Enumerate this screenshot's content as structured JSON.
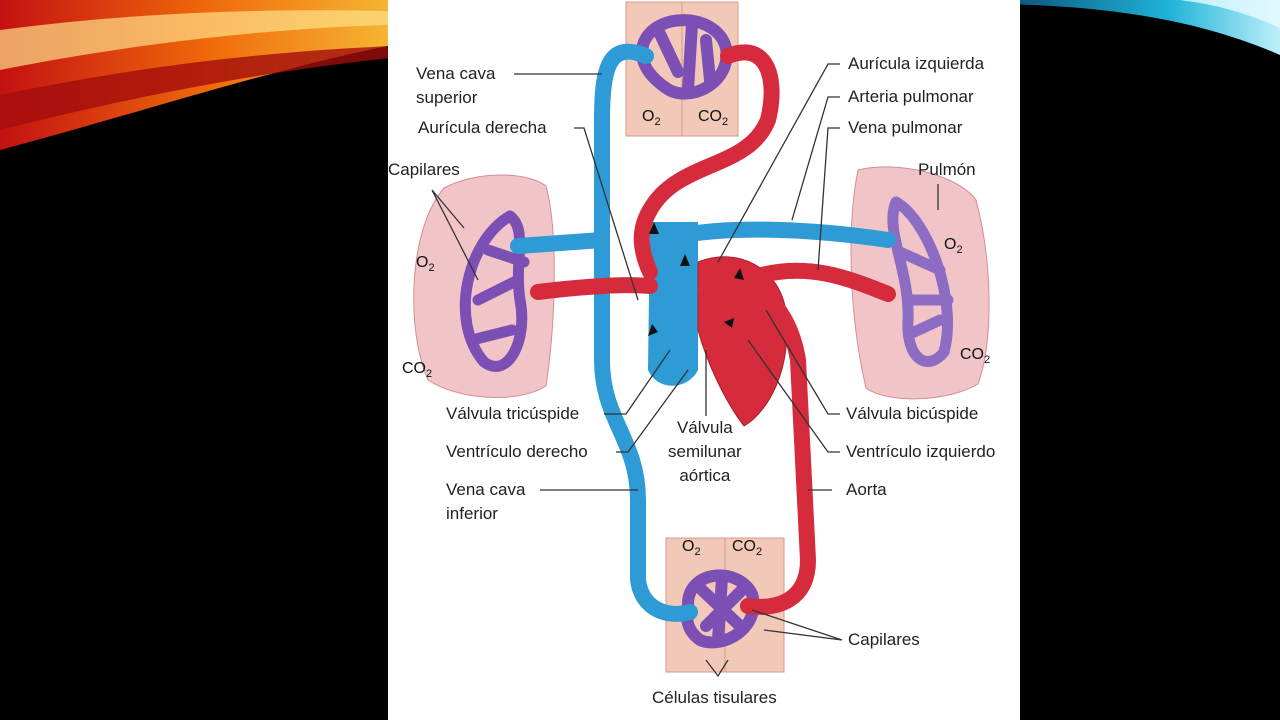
{
  "labels": {
    "vena_cava_superior": "Vena cava\nsuperior",
    "auricula_derecha": "Aurícula derecha",
    "capilares_left": "Capilares",
    "auricula_izquierda": "Aurícula izquierda",
    "arteria_pulmonar": "Arteria pulmonar",
    "vena_pulmonar": "Vena pulmonar",
    "pulmon": "Pulmón",
    "valvula_tricuspide": "Válvula tricúspide",
    "ventriculo_derecho": "Ventrículo derecho",
    "valvula_semilunar": "Válvula\nsemilunar\naórtica",
    "valvula_bicuspide": "Válvula bicúspide",
    "ventriculo_izquierdo": "Ventrículo izquierdo",
    "aorta": "Aorta",
    "vena_cava_inferior": "Vena cava\ninferior",
    "capilares_bottom": "Capilares",
    "celulas_tisulares": "Células tisulares"
  },
  "chem": {
    "o2": "O",
    "co2": "CO",
    "sub": "2"
  },
  "colors": {
    "artery": "#d62b3c",
    "vein": "#2e9ad6",
    "capillary": "#7b4fb3",
    "lung": "#f1c4c8",
    "tissue": "#f2c9b8"
  }
}
